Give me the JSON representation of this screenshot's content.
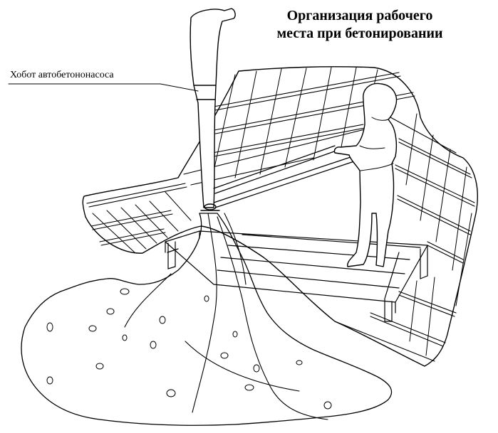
{
  "title_line1": "Организация рабочего",
  "title_line2": "места при бетонировании",
  "hose_label": "Хобот автобетононасоса",
  "line_color": "#000000",
  "background": "#ffffff"
}
